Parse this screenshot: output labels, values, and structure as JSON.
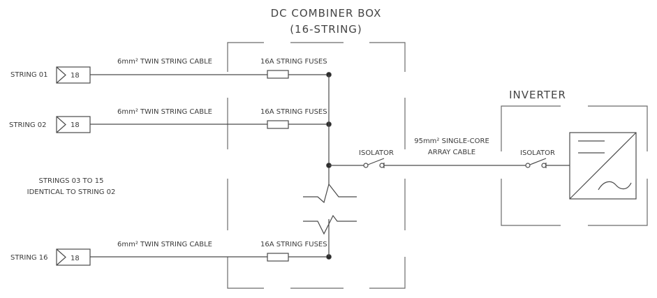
{
  "combiner_box": {
    "title_line1": "DC COMBINER BOX",
    "title_line2": "(16-STRING)"
  },
  "inverter": {
    "title": "INVERTER",
    "isolator_label": "ISOLATOR"
  },
  "strings": [
    {
      "label": "STRING 01",
      "module_count": "18",
      "cable_label": "6mm² TWIN STRING CABLE",
      "fuse_label": "16A STRING FUSES"
    },
    {
      "label": "STRING 02",
      "module_count": "18",
      "cable_label": "6mm² TWIN STRING CABLE",
      "fuse_label": "16A STRING FUSES"
    },
    {
      "label": "STRING 16",
      "module_count": "18",
      "cable_label": "6mm² TWIN STRING CABLE",
      "fuse_label": "16A STRING FUSES"
    }
  ],
  "note": {
    "line1": "STRINGS 03 TO 15",
    "line2": "IDENTICAL TO STRING 02"
  },
  "combiner_isolator_label": "ISOLATOR",
  "array_cable": {
    "line1": "95mm² SINGLE-CORE",
    "line2": "ARRAY CABLE"
  }
}
